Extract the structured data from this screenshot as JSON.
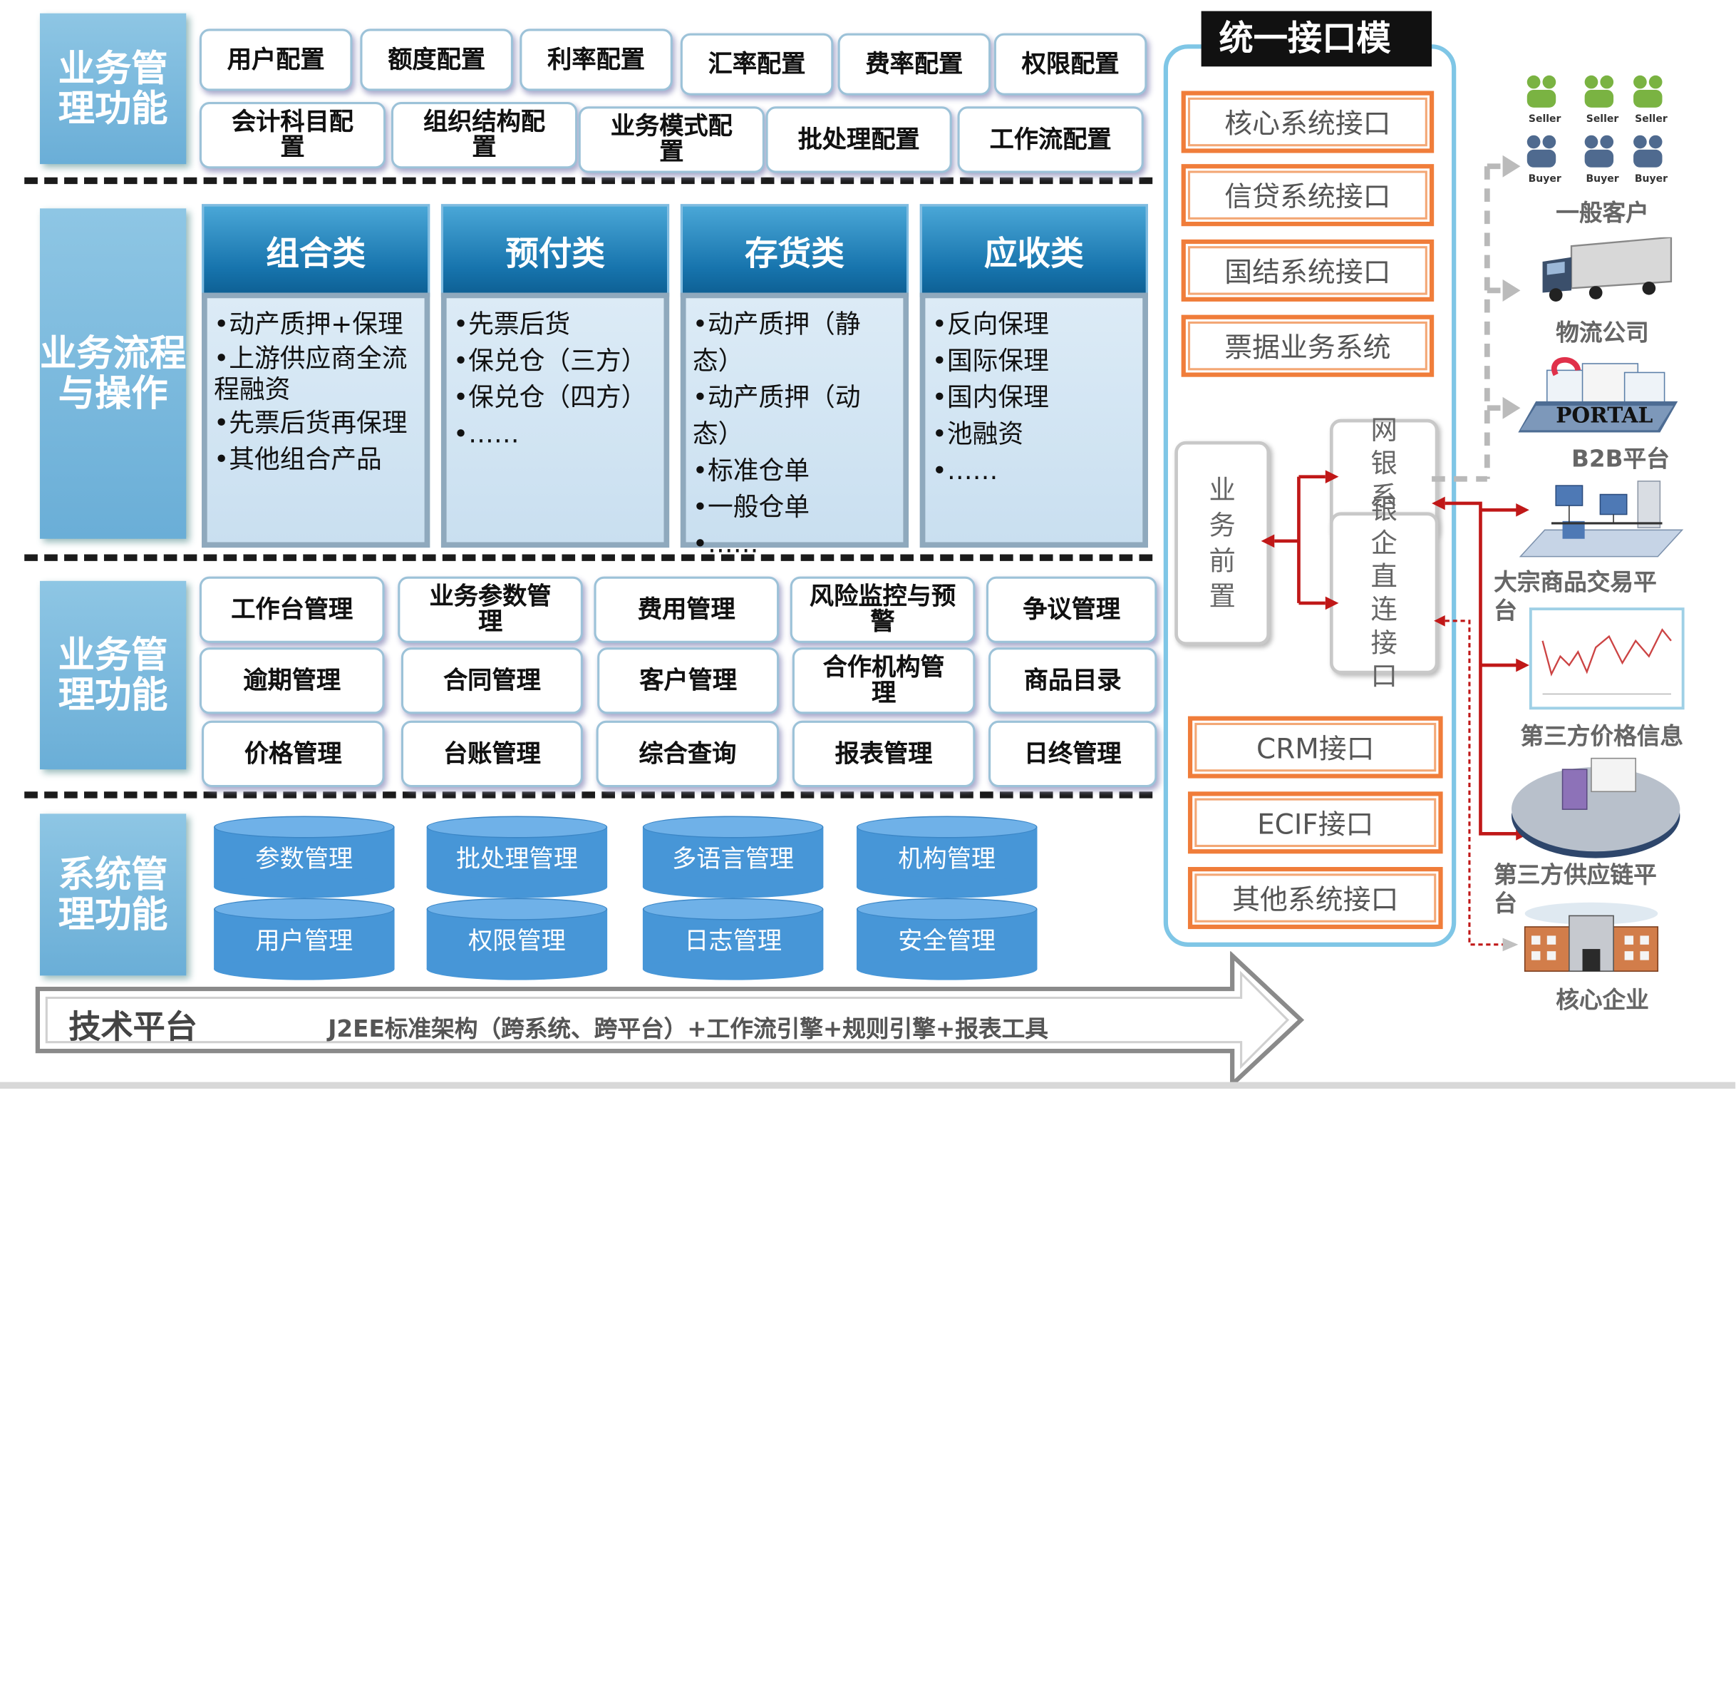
{
  "sections": {
    "biz_mgmt_1": "业务管\n理功能",
    "biz_flow": "业务流程\n与操作",
    "biz_mgmt_2": "业务管\n理功能",
    "sys_mgmt": "系统管\n理功能"
  },
  "config_row1": [
    "用户配置",
    "额度配置",
    "利率配置",
    "汇率配置",
    "费率配置",
    "权限配置"
  ],
  "config_row2": [
    "会计科目配\n置",
    "组织结构配\n置",
    "业务模式配\n置",
    "批处理配置",
    "工作流配置"
  ],
  "product_columns": [
    {
      "title": "组合类",
      "items": [
        "•动产质押+保理",
        "•上游供应商全流\n程融资",
        "•先票后货再保理",
        "•其他组合产品"
      ]
    },
    {
      "title": "预付类",
      "items": [
        "•先票后货",
        "•保兑仓（三方）",
        "•保兑仓（四方）",
        "•……"
      ]
    },
    {
      "title": "存货类",
      "items": [
        "•动产质押（静态）",
        "•动产质押（动态）",
        "•标准仓单",
        "•一般仓单",
        "•……"
      ]
    },
    {
      "title": "应收类",
      "items": [
        "•反向保理",
        "•国际保理",
        "•国内保理",
        "•池融资",
        "•……"
      ]
    }
  ],
  "mgmt_rows": [
    [
      "工作台管理",
      "业务参数管\n理",
      "费用管理",
      "风险监控与预\n警",
      "争议管理"
    ],
    [
      "逾期管理",
      "合同管理",
      "客户管理",
      "合作机构管\n理",
      "商品目录"
    ],
    [
      "价格管理",
      "台账管理",
      "综合查询",
      "报表管理",
      "日终管理"
    ]
  ],
  "sys_cylinders": [
    [
      "参数管理",
      "批处理管理",
      "多语言管理",
      "机构管理"
    ],
    [
      "用户管理",
      "权限管理",
      "日志管理",
      "安全管理"
    ]
  ],
  "tech": {
    "label": "技术平台",
    "desc": "J2EE标准架构（跨系统、跨平台）+工作流引擎+规则引擎+报表工具"
  },
  "interface": {
    "title": "统一接口模",
    "top_boxes": [
      "核心系统接口",
      "信贷系统接口",
      "国结系统接口",
      "票据业务系统"
    ],
    "front": "业\n务\n前\n置",
    "netbank": "网\n银\n系\n统",
    "direct": "银\n企\n直\n连\n接\n口",
    "bottom_boxes": [
      "CRM接口",
      "ECIF接口",
      "其他系统接口"
    ]
  },
  "external": {
    "general_customer": "一般客户",
    "seller": "Seller",
    "buyer": "Buyer",
    "logistics": "物流公司",
    "portal": "PORTAL",
    "b2b": "B2B平台",
    "commodity": "大宗商品交易平\n台",
    "price_info": "第三方价格信息",
    "supply_chain": "第三方供应链平\n台",
    "core_enterprise": "核心企业"
  }
}
